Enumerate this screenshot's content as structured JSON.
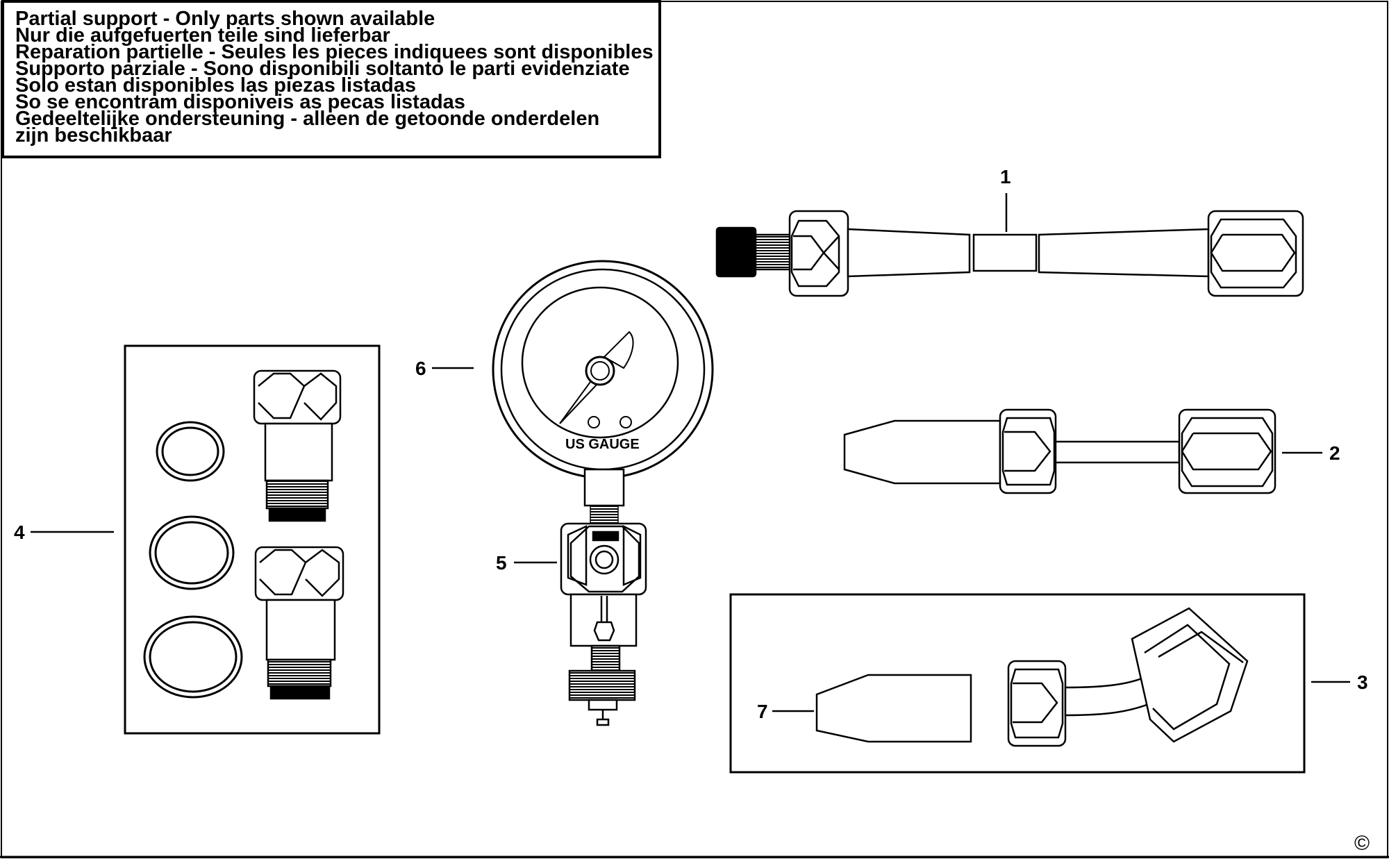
{
  "notice": {
    "lines": [
      "Partial support - Only parts shown available",
      "Nur die aufgefuerten teile sind lieferbar",
      "Reparation partielle - Seules les pieces indiquees sont disponibles",
      "Supporto parziale - Sono disponibili soltanto le parti evidenziate",
      "Solo estan disponibles las piezas listadas",
      "So se encontram disponiveis as pecas listadas",
      "Gedeeltelijke ondersteuning - alleen de getoonde onderdelen",
      "zijn beschikbaar"
    ]
  },
  "callouts": {
    "c1": "1",
    "c2": "2",
    "c3": "3",
    "c4": "4",
    "c5": "5",
    "c6": "6",
    "c7": "7"
  },
  "gauge": {
    "label": "US GAUGE"
  },
  "copyright": "©"
}
